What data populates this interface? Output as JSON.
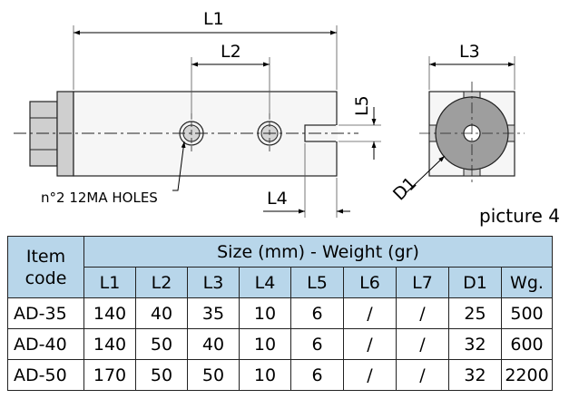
{
  "drawing": {
    "dimensions": {
      "L1": "L1",
      "L2": "L2",
      "L3": "L3",
      "L4": "L4",
      "L5": "L5",
      "D1": "D1"
    },
    "holes_note": "n°2 12MA HOLES"
  },
  "caption": "picture 4",
  "table": {
    "item_header_line1": "Item",
    "item_header_line2": "code",
    "group_header": "Size (mm) - Weight (gr)",
    "columns": [
      "L1",
      "L2",
      "L3",
      "L4",
      "L5",
      "L6",
      "L7",
      "D1",
      "Wg."
    ],
    "rows": [
      {
        "code": "AD-35",
        "values": [
          "140",
          "40",
          "35",
          "10",
          "6",
          "/",
          "/",
          "25",
          "500"
        ]
      },
      {
        "code": "AD-40",
        "values": [
          "140",
          "50",
          "40",
          "10",
          "6",
          "/",
          "/",
          "32",
          "600"
        ]
      },
      {
        "code": "AD-50",
        "values": [
          "170",
          "50",
          "50",
          "10",
          "6",
          "/",
          "/",
          "32",
          "2200"
        ]
      }
    ]
  }
}
